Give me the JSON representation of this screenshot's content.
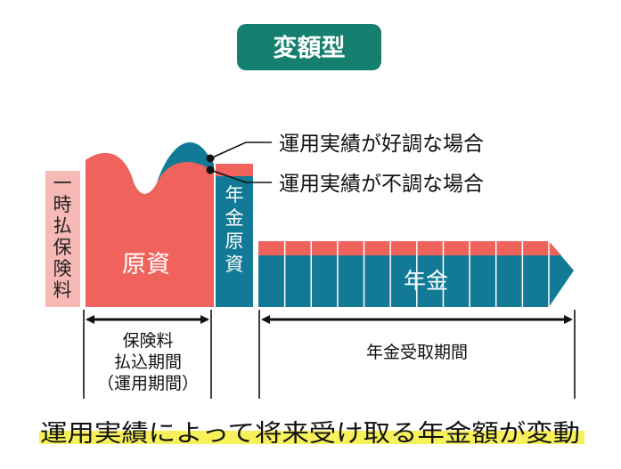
{
  "title": "変額型",
  "legend": {
    "good": "運用実績が好調な場合",
    "bad": "運用実績が不調な場合"
  },
  "blocks": {
    "premium": [
      "一",
      "時",
      "払",
      "保",
      "険",
      "料"
    ],
    "principal": "原資",
    "pension_principal": [
      "年",
      "金",
      "原",
      "資"
    ],
    "pension": "年金"
  },
  "periods": {
    "payment": [
      "保険料",
      "払込期間",
      "（運用期間）"
    ],
    "receipt": "年金受取期間"
  },
  "caption": "運用実績によって将来受け取る年金額が変動",
  "colors": {
    "badge": "#15806f",
    "salmon": "#f0625c",
    "pink": "#f7b9b6",
    "teal": "#127a96",
    "highlight": "#f6f05a"
  },
  "segment_count": 11
}
